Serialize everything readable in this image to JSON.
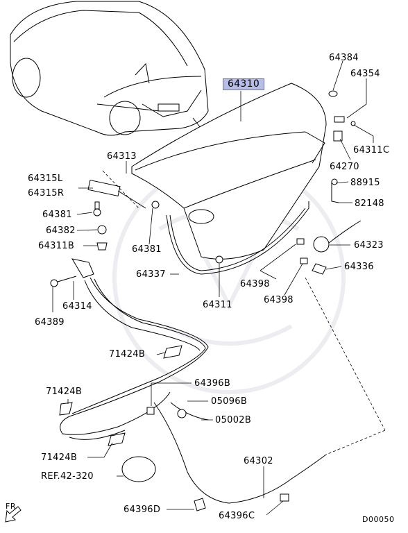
{
  "labels": {
    "p64310": "64310",
    "p64384": "64384",
    "p64354": "64354",
    "p64311C": "64311C",
    "p64270": "64270",
    "p88915": "88915",
    "p82148": "82148",
    "p64313": "64313",
    "p64315L": "64315L",
    "p64315R": "64315R",
    "p64381a": "64381",
    "p64382": "64382",
    "p64311B": "64311B",
    "p64381b": "64381",
    "p64337": "64337",
    "p64311": "64311",
    "p64323": "64323",
    "p64398a": "64398",
    "p64336": "64336",
    "p64398b": "64398",
    "p64314": "64314",
    "p64389": "64389",
    "p71424B_a": "71424B",
    "p64396B": "64396B",
    "p71424B_b": "71424B",
    "p05096B": "05096B",
    "p05002B": "05002B",
    "p71424B_c": "71424B",
    "ref": "REF.42-320",
    "p64302": "64302",
    "p64396D": "64396D",
    "p64396C": "64396C",
    "fr": "FR",
    "code": "D00050"
  }
}
